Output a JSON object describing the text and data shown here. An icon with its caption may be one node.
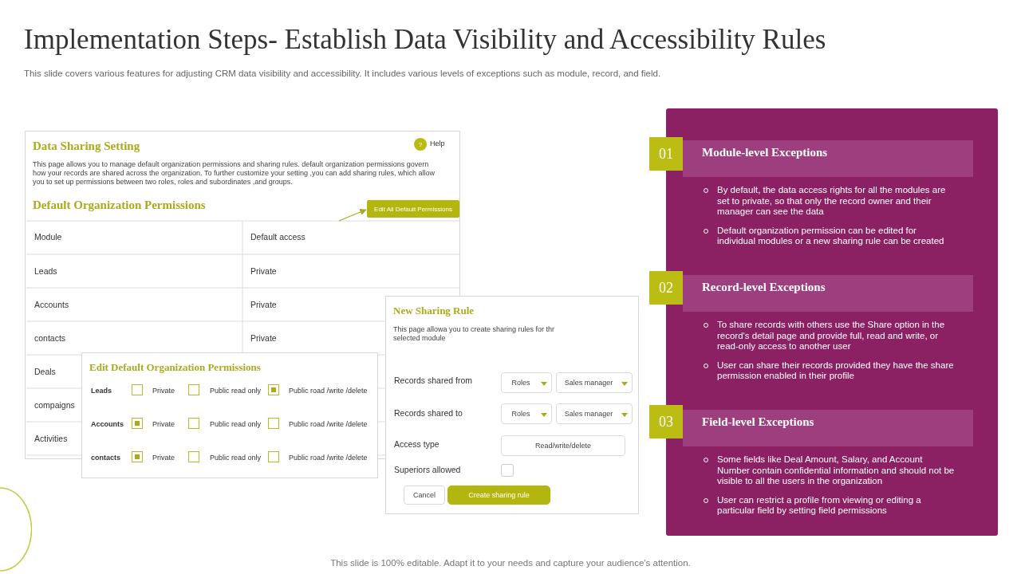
{
  "diagram": {
    "title": "Implementation Steps- Establish Data Visibility and Accessibility Rules",
    "caption": "This slide is 100% editable. Adapt it to your needs and capture your audience's attention.",
    "nodes": [
      {
        "text": [
          "Data Sharing Setting",
          "This page allows you to manage default organization permissions and sharing rules. default organization permissions govern how your records are shared across the organization. To further customize your setting ,you can add sharing rules, which allow you to set up permissions between two roles, roles and subordinates ,and groups.",
          "Default Organization Permissions"
        ]
      },
      {
        "text": [
          "?"
        ],
        "in": 0,
        "beside": [
          "Help"
        ]
      },
      {
        "text": [
          "Edit All Default Permissions"
        ],
        "in": 0
      },
      {
        "text": [
          "Edit Default Organization Permissions"
        ]
      },
      {
        "text": [
          "New Sharing Rule",
          "This page allowa you to create sharing rules for thr selected module"
        ]
      },
      {
        "text": [],
        "shape": "box"
      },
      {
        "text": [
          "01"
        ],
        "in": 5
      },
      {
        "text": [
          "Module-level Exceptions",
          "By default, the data access rights for all the modules are set to private, so that only the record owner and their manager can see the data",
          "Default organization permission can be edited for individual modules or a new sharing rule can be created"
        ],
        "in": 5
      },
      {
        "text": [
          "02"
        ],
        "in": 5
      },
      {
        "text": [
          "Record-level Exceptions",
          "To share records with others use the Share option in the record's detail page and provide full, read and write, or read-only access to another user",
          "User can share their records provided they have the share permission enabled in their profile"
        ],
        "in": 5
      },
      {
        "text": [
          "03"
        ],
        "in": 5
      },
      {
        "text": [
          "Field-level Exceptions",
          "Some fields like Deal Amount, Salary, and Account Number contain confidential information and should not be visible to all the users in the organization",
          "User can restrict a profile from viewing or editing a particular field by setting field permissions"
        ],
        "in": 5
      }
    ],
    "edges": [
      {
        "from": null,
        "to": 2,
        "arrow": "to"
      }
    ],
    "labels": [
      "This slide covers various features for adjusting CRM data visibility and accessibility. It includes various levels of exceptions such as module, record, and field.",
      "Module",
      "Default access",
      "Leads",
      "Private",
      "Accounts",
      "Private",
      "contacts",
      "Private",
      "Deals",
      "compaigns",
      "Activities",
      "Leads",
      "Private",
      "Public read only",
      "Public road /write /delete",
      "Accounts",
      "Private",
      "Public read only",
      "Public road /write /delete",
      "contacts",
      "Private",
      "Public read only",
      "Public road /write /delete",
      "Records shared from",
      "Roles",
      "Sales manager",
      "Records shared to",
      "Roles",
      "Sales manager",
      "Access type",
      "Read/write/delete",
      "Superiors allowed",
      "Cancel",
      "Create sharing rule"
    ]
  }
}
